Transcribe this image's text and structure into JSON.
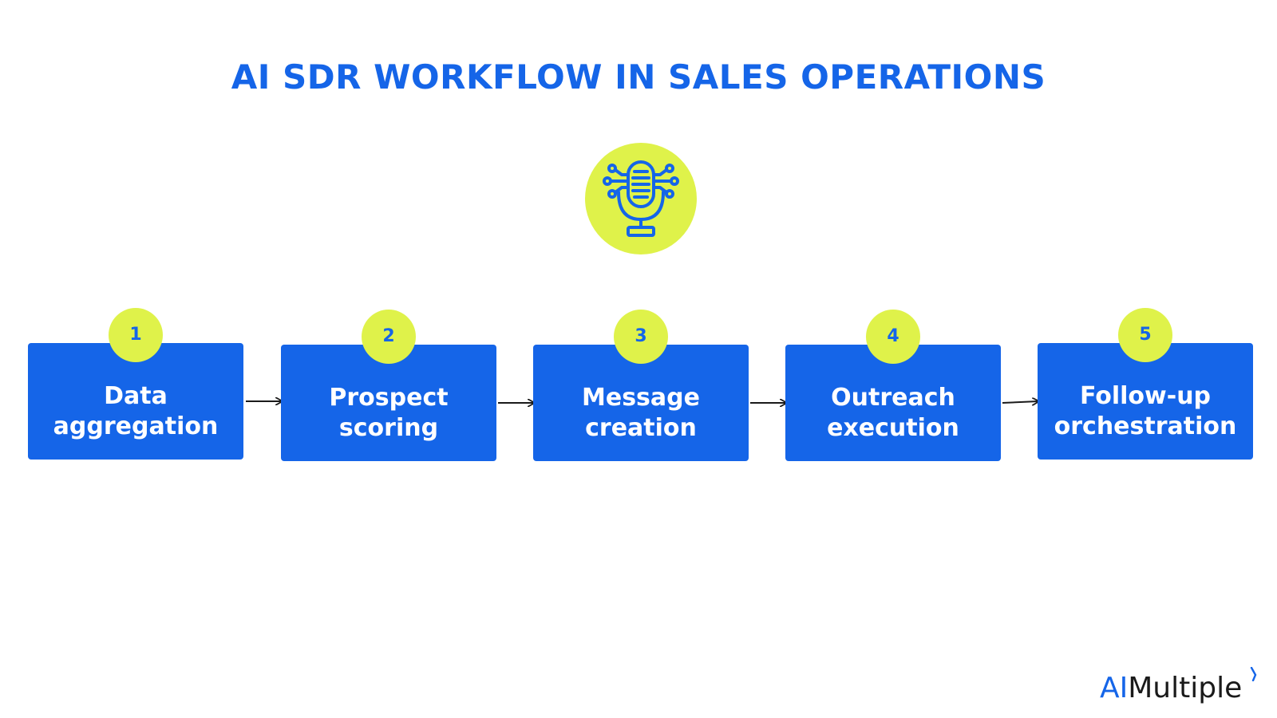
{
  "title": "AI SDR WORKFLOW IN SALES OPERATIONS",
  "hero_icon": "ai-microphone-icon",
  "colors": {
    "primary_blue": "#1565e8",
    "accent_lime": "#dff24a",
    "text_white": "#ffffff"
  },
  "steps": [
    {
      "number": "1",
      "label": "Data aggregation"
    },
    {
      "number": "2",
      "label": "Prospect scoring"
    },
    {
      "number": "3",
      "label": "Message creation"
    },
    {
      "number": "4",
      "label": "Outreach execution"
    },
    {
      "number": "5",
      "label": "Follow-up orchestration"
    }
  ],
  "brand": {
    "prefix": "AI",
    "suffix": "Multiple"
  }
}
